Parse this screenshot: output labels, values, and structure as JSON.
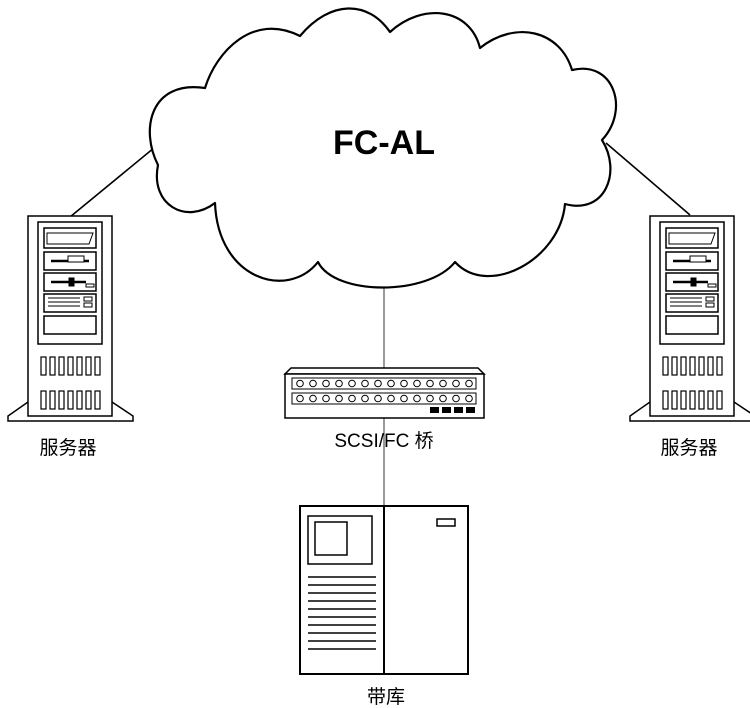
{
  "diagram": {
    "cloud": {
      "label": "FC-AL"
    },
    "bridge": {
      "label": "SCSI/FC 桥"
    },
    "servers": [
      {
        "id": "left",
        "label": "服务器"
      },
      {
        "id": "right",
        "label": "服务器"
      }
    ],
    "tape_library": {
      "label": "带库"
    }
  },
  "colors": {
    "stroke": "#000000",
    "fill": "#ffffff"
  }
}
